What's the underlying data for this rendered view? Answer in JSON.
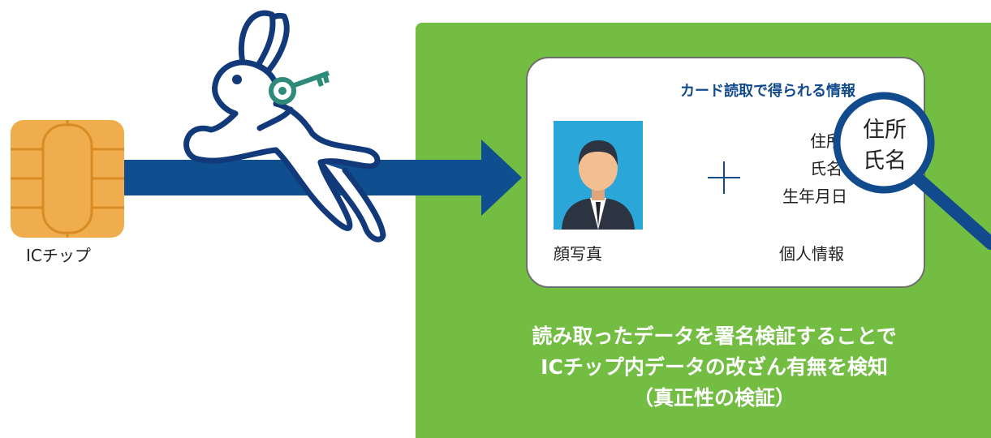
{
  "chip": {
    "label": "ICチップ"
  },
  "card": {
    "title": "カード読取で得られる情報",
    "photo_label": "顔写真",
    "info_lines": [
      "住所",
      "氏名",
      "生年月日"
    ],
    "info_label": "個人情報"
  },
  "magnifier": {
    "lines": [
      "住所",
      "氏名"
    ]
  },
  "bottom_text": [
    "読み取ったデータを署名検証することで",
    "ICチップ内データの改ざん有無を検知",
    "（真正性の検証）"
  ],
  "colors": {
    "panel_green": "#73bd43",
    "arrow_blue": "#0f4f8f",
    "chip_orange": "#f0ad4e",
    "key_teal": "#2e8b7a",
    "photo_bg": "#2aa6d8"
  }
}
